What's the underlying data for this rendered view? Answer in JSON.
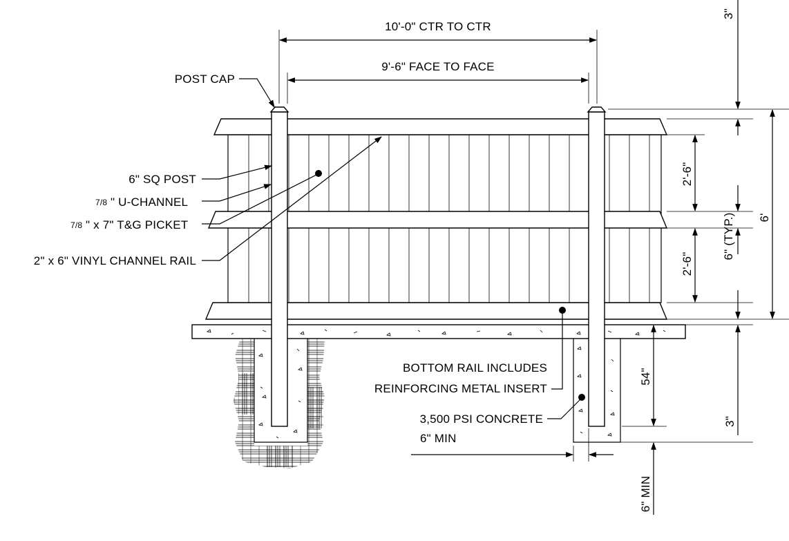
{
  "labels": {
    "ctr_to_ctr": "10'-0\" CTR TO CTR",
    "face_to_face": "9'-6\" FACE TO FACE",
    "post_cap": "POST CAP",
    "sq_post": "6\" SQ POST",
    "u_channel_frac": "7/8",
    "u_channel_text": "\" U-CHANNEL",
    "picket_frac": "7/8",
    "picket_text": "\" x 7\" T&G PICKET",
    "channel_rail": "2\" x 6\" VINYL CHANNEL RAIL",
    "bottom_rail_1": "BOTTOM RAIL INCLUDES",
    "bottom_rail_2": "REINFORCING METAL INSERT",
    "concrete": "3,500 PSI CONCRETE",
    "six_min_h": "6\" MIN",
    "dim_3_top": "3\"",
    "dim_2_6_upper": "2'-6\"",
    "dim_6_typ": "6\" (TYP.)",
    "dim_2_6_lower": "2'-6\"",
    "dim_6ft": "6'",
    "dim_54": "54\"",
    "dim_3_bottom": "3\"",
    "six_min_v": "6\" MIN"
  }
}
